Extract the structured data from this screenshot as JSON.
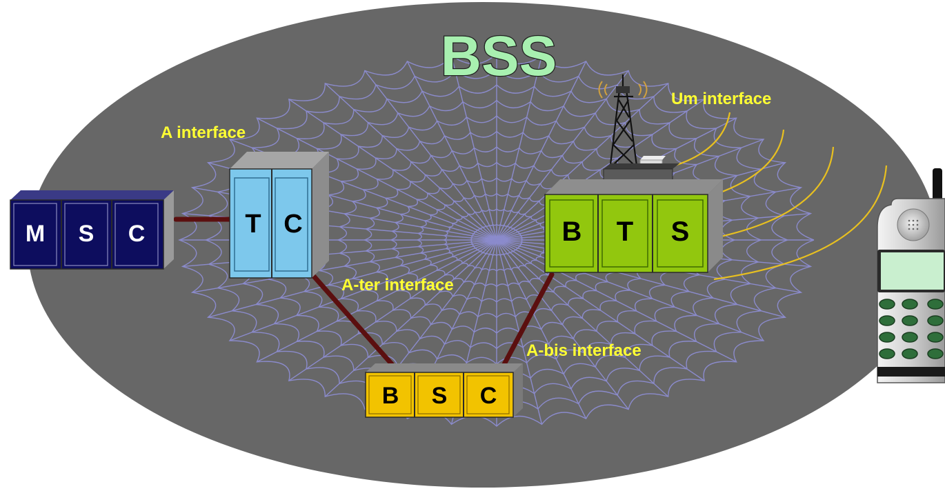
{
  "title": "BSS",
  "colors": {
    "background": "#ffffff",
    "oval": "#676767",
    "web": "#8f8fd8",
    "link": "#5b0f0f",
    "label": "#ffff33",
    "title_fill": "#a8f0b0",
    "msc": "#0d0d5e",
    "tc": "#7dc8ec",
    "bsc": "#f2c300",
    "bts": "#92c70e",
    "waves": "#e8c020"
  },
  "nodes": {
    "msc": {
      "letters": [
        "M",
        "S",
        "C"
      ]
    },
    "tc": {
      "letters": [
        "T",
        "C"
      ]
    },
    "bsc": {
      "letters": [
        "B",
        "S",
        "C"
      ]
    },
    "bts": {
      "letters": [
        "B",
        "T",
        "S"
      ]
    }
  },
  "interfaces": {
    "a": "A interface",
    "a_ter": "A-ter interface",
    "a_bis": "A-bis interface",
    "um": "Um interface"
  },
  "icons": {
    "tower": "antenna-tower-icon",
    "phone": "mobile-phone-icon"
  }
}
